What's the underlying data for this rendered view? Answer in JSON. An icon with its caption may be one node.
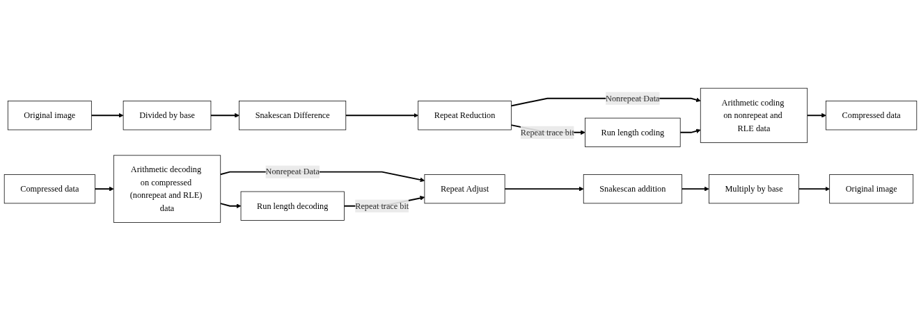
{
  "diagram": {
    "nodes": [
      {
        "text": [
          "Original image"
        ]
      },
      {
        "text": [
          "Divided by base"
        ]
      },
      {
        "text": [
          "Snakescan Difference"
        ]
      },
      {
        "text": [
          "Repeat Reduction"
        ]
      },
      {
        "text": [
          "Run length coding"
        ]
      },
      {
        "text": [
          "Arithmetic coding on nonrepeat and RLE data"
        ]
      },
      {
        "text": [
          "Compressed data"
        ]
      },
      {
        "text": [
          "Compressed data"
        ]
      },
      {
        "text": [
          "Arithmetic decoding on compressed (nonrepeat and RLE) data"
        ]
      },
      {
        "text": [
          "Run length decoding"
        ]
      },
      {
        "text": [
          "Repeat Adjust"
        ]
      },
      {
        "text": [
          "Snakescan addition"
        ]
      },
      {
        "text": [
          "Multiply by base"
        ]
      },
      {
        "text": [
          "Original image"
        ]
      }
    ],
    "edges": [
      {
        "from": 0,
        "to": 1,
        "arrow": "to"
      },
      {
        "from": 1,
        "to": 2,
        "arrow": "to"
      },
      {
        "from": 2,
        "to": 3,
        "arrow": "to"
      },
      {
        "from": 3,
        "to": 4,
        "arrow": "to",
        "label": "Repeat trace bit"
      },
      {
        "from": 3,
        "to": 5,
        "arrow": "to",
        "label": "Nonrepeat Data"
      },
      {
        "from": 4,
        "to": 5,
        "arrow": "to"
      },
      {
        "from": 5,
        "to": 6,
        "arrow": "to"
      },
      {
        "from": 7,
        "to": 8,
        "arrow": "to"
      },
      {
        "from": 8,
        "to": 9,
        "arrow": "to"
      },
      {
        "from": 8,
        "to": 10,
        "arrow": "to",
        "label": "Nonrepeat Data"
      },
      {
        "from": 9,
        "to": 10,
        "arrow": "to",
        "label": "Repeat trace bit"
      },
      {
        "from": 10,
        "to": 11,
        "arrow": "to"
      },
      {
        "from": 11,
        "to": 12,
        "arrow": "to"
      },
      {
        "from": 12,
        "to": 13,
        "arrow": "to"
      }
    ]
  }
}
